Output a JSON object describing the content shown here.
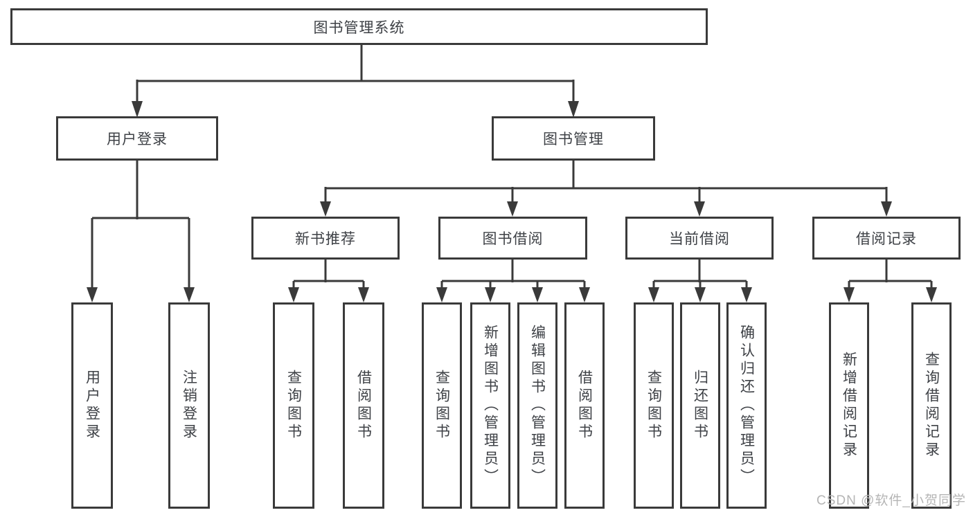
{
  "root": {
    "label": "图书管理系统"
  },
  "branches": [
    {
      "label": "用户登录",
      "leaves": [
        "用户登录",
        "注销登录"
      ]
    },
    {
      "label": "图书管理"
    }
  ],
  "groups": [
    {
      "label": "新书推荐",
      "leaves": [
        "查询图书",
        "借阅图书"
      ]
    },
    {
      "label": "图书借阅",
      "leaves": [
        "查询图书",
        "新增图书（管理员）",
        "编辑图书（管理员）",
        "借阅图书"
      ]
    },
    {
      "label": "当前借阅",
      "leaves": [
        "查询图书",
        "归还图书",
        "确认归还（管理员）"
      ]
    },
    {
      "label": "借阅记录",
      "leaves": [
        "新增借阅记录",
        "查询借阅记录"
      ]
    }
  ],
  "watermark": "CSDN @软件_小贺同学",
  "colors": {
    "line": "#3a3a3a",
    "text": "#3e4146",
    "watermark": "#b5b5b5"
  }
}
